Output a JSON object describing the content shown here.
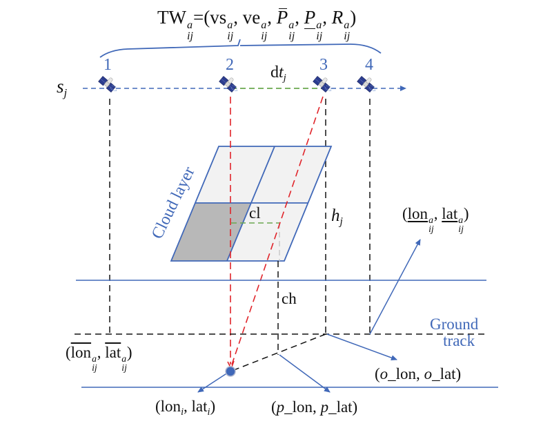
{
  "title": {
    "prefix": "TW",
    "sup": "a",
    "sub": "ij",
    "eq_open": "=(",
    "vs": "vs",
    "ve": "ve",
    "P": "P",
    "R": "R",
    "sep": ", ",
    "close": ")"
  },
  "satellites": [
    {
      "number": "1"
    },
    {
      "number": "2"
    },
    {
      "number": "3"
    },
    {
      "number": "4"
    }
  ],
  "labels": {
    "orbit": "s",
    "orbit_sub": "j",
    "dt": "d",
    "dt_t": "t",
    "dt_sub": "j",
    "cloud_layer": "Cloud layer",
    "cl": "cl",
    "h": "h",
    "h_sub": "j",
    "ch": "ch",
    "ground_track_line1": "Ground",
    "ground_track_line2": "track",
    "lon": "lon",
    "lat": "lat",
    "sup_a": "a",
    "sub_ij": "ij",
    "sub_i": "i",
    "o_lon": "o",
    "o_lon_rest": "_lon, ",
    "o_lat": "o",
    "o_lat_rest": "_lat)",
    "p_lon": "p",
    "p_lon_rest": "_lon, ",
    "p_lat": "p",
    "p_lat_rest": "_lat)",
    "open_paren": "(",
    "comma": ", ",
    "close_paren": ")"
  },
  "colors": {
    "blue": "#4068b8",
    "red": "#e0242a",
    "green": "#6aa84f",
    "black": "#111111",
    "cloud_fill": "#f2f2f2",
    "cloud_shaded": "#b8b8b8"
  }
}
